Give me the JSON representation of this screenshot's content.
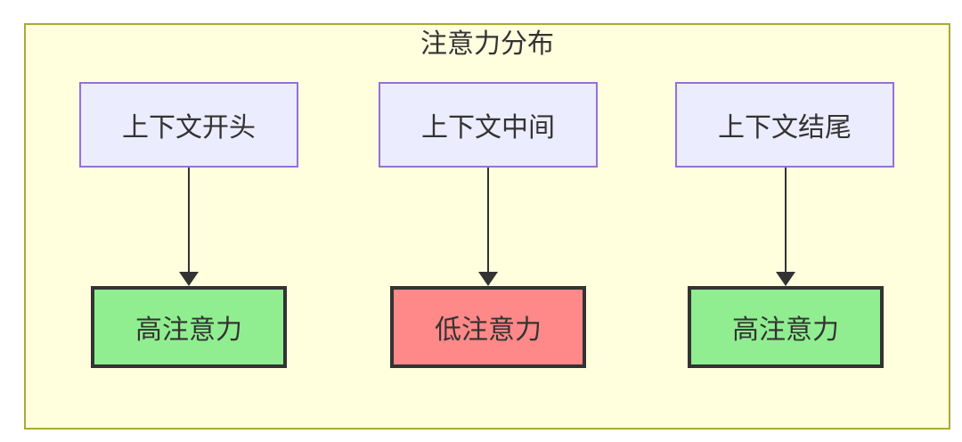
{
  "diagram": {
    "title": "注意力分布",
    "type": "flowchart",
    "colors": {
      "frame_bg": "#ffffde",
      "frame_border": "#aaaa33",
      "node_bg": "#ececff",
      "node_border": "#9370db",
      "high_bg": "#90ee90",
      "low_bg": "#ff8888",
      "result_border": "#333333",
      "arrow": "#333333",
      "text": "#333333"
    },
    "columns": [
      {
        "source": "上下文开头",
        "result": "高注意力",
        "level": "high"
      },
      {
        "source": "上下文中间",
        "result": "低注意力",
        "level": "low"
      },
      {
        "source": "上下文结尾",
        "result": "高注意力",
        "level": "high"
      }
    ]
  }
}
